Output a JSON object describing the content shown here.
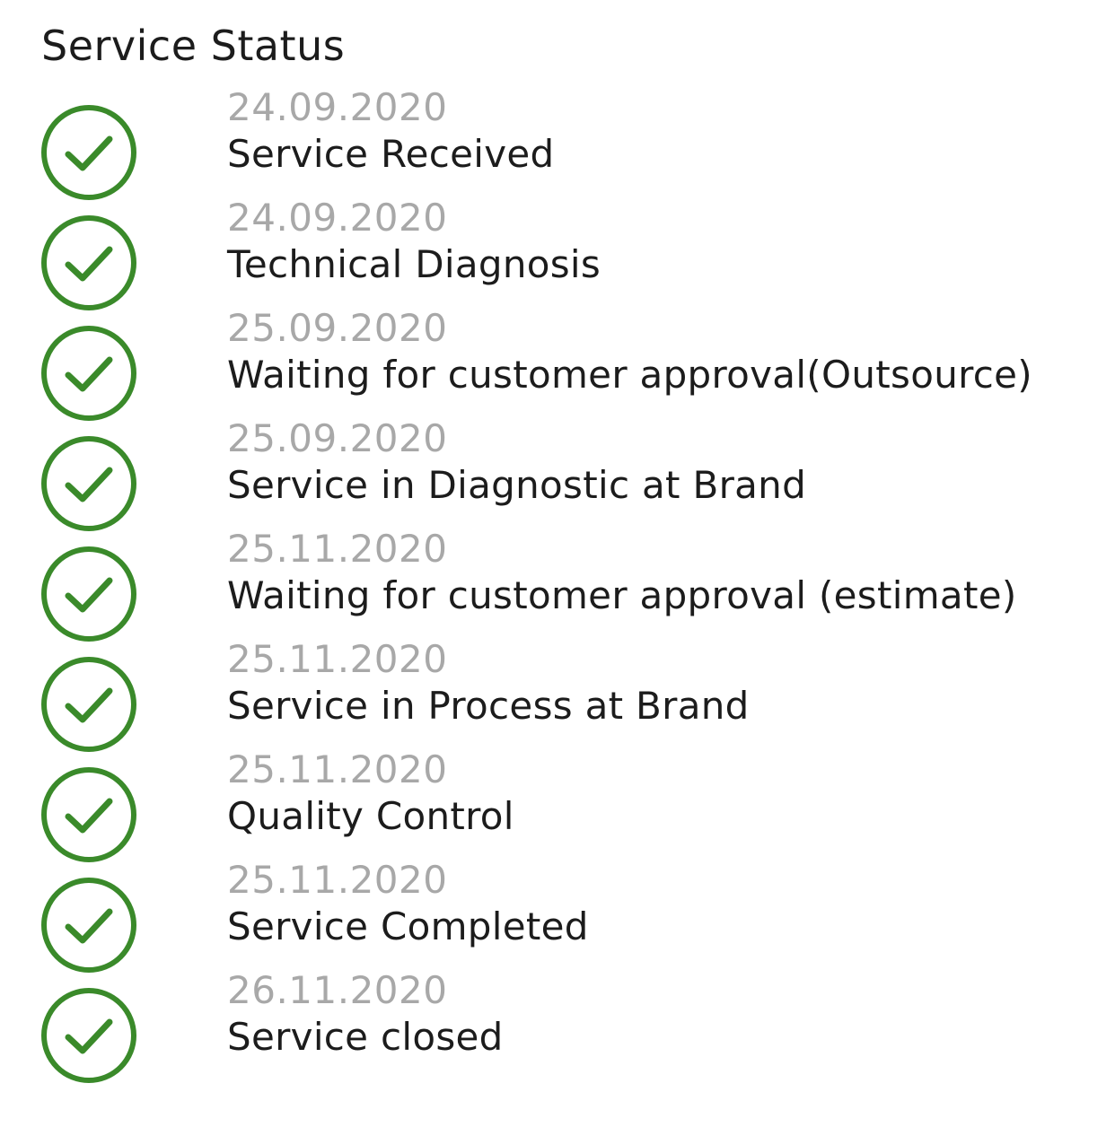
{
  "page": {
    "title": "Service Status"
  },
  "colors": {
    "check_green": "#3a8a2a",
    "date_gray": "#a8a8a8",
    "text": "#1c1c1c"
  },
  "steps": [
    {
      "date": "24.09.2020",
      "label": "Service Received",
      "icon": "check-circle-icon"
    },
    {
      "date": "24.09.2020",
      "label": "Technical Diagnosis",
      "icon": "check-circle-icon"
    },
    {
      "date": "25.09.2020",
      "label": "Waiting for customer approval(Outsource)",
      "icon": "check-circle-icon"
    },
    {
      "date": "25.09.2020",
      "label": "Service in Diagnostic at Brand",
      "icon": "check-circle-icon"
    },
    {
      "date": "25.11.2020",
      "label": "Waiting for customer approval (estimate)",
      "icon": "check-circle-icon"
    },
    {
      "date": "25.11.2020",
      "label": "Service in Process at Brand",
      "icon": "check-circle-icon"
    },
    {
      "date": "25.11.2020",
      "label": "Quality Control",
      "icon": "check-circle-icon"
    },
    {
      "date": "25.11.2020",
      "label": "Service Completed",
      "icon": "check-circle-icon"
    },
    {
      "date": "26.11.2020",
      "label": "Service closed",
      "icon": "check-circle-icon"
    }
  ]
}
